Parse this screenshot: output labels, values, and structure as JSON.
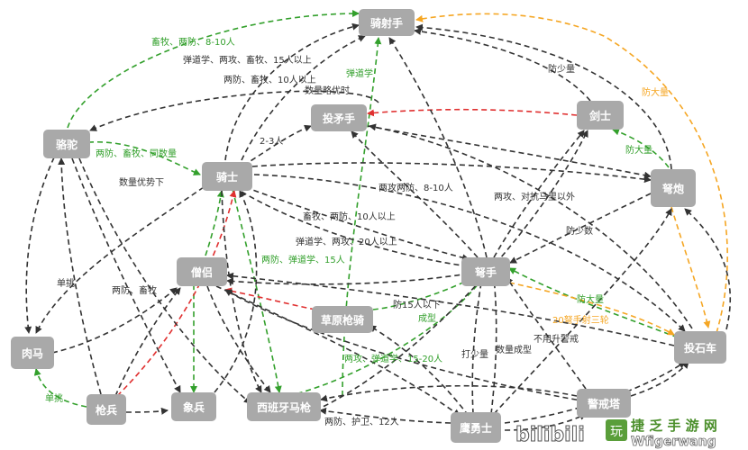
{
  "colors": {
    "black": "#333333",
    "green": "#33a02c",
    "red": "#e03030",
    "orange": "#f5a623",
    "node": "#a9a9a9"
  },
  "nodes": {
    "horse_archer": "骑射手",
    "spear_thrower": "投矛手",
    "swordsman": "剑士",
    "camel": "骆驼",
    "knight": "骑士",
    "crossbow": "弩炮",
    "monk": "僧侣",
    "crossbowman": "弩手",
    "steppe_lancer": "草原枪骑",
    "flesh_horse": "肉马",
    "catapult": "投石车",
    "spearman": "枪兵",
    "elephant": "象兵",
    "spanish_lancer": "西班牙马枪",
    "watchtower": "警戒塔",
    "brave": "鹰勇士"
  },
  "edge_labels": {
    "l1": "畜牧、两防、8-10人",
    "l2": "弹道学、两攻、畜牧、15人以上",
    "l3": "两防、畜牧、10人以上",
    "l4": "数量略优时",
    "l5": "弹道学",
    "l6": "防少量",
    "l7": "防大量",
    "l8": "防大量",
    "l9": "2-3人",
    "l10": "两防、畜牧、同数量",
    "l11": "数量优势下",
    "l12": "两攻两防、8-10人",
    "l13": "两攻、对抗马里以外",
    "l14": "畜牧、两防、10人以上",
    "l15": "弹道学、两攻、20人以上",
    "l16": "防少数",
    "l17": "两防、弹道学、15人",
    "l18": "单挑",
    "l19": "两防、畜牧",
    "l20": "防15人以下",
    "l21": "成型",
    "l22": "防大量",
    "l23": "20弩手射三轮",
    "l24": "不用升警戒",
    "l25": "数量成型",
    "l26": "打少量",
    "l27": "两攻、弹道学、15-20人",
    "l28": "单挑",
    "l29": "两防、护卫、12人"
  },
  "watermark": {
    "left": "bilibili",
    "brand": "玩",
    "title": "捷 乏 手 游 网",
    "sub": "Wfigerwang"
  }
}
